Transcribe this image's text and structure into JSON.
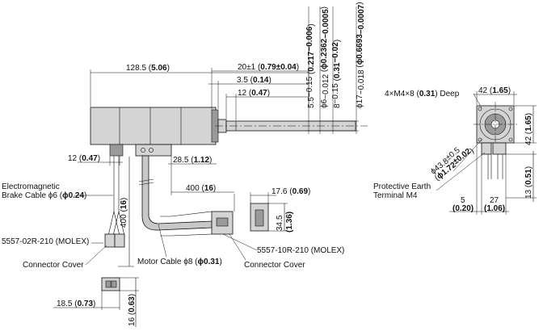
{
  "dimensions": {
    "overall_length": "128.5 (",
    "overall_length_in": "5.06",
    "shaft_length": "20±1 (",
    "shaft_length_in": "0.79±0.04",
    "flat_length": "3.5 (",
    "flat_length_in": "0.14",
    "key_length": "12 (",
    "key_length_in": "0.47",
    "brake_offset": "12 (",
    "brake_offset_in": "0.47",
    "motor_cable_offset": "28.5 (",
    "motor_cable_offset_in": "1.12",
    "cable_len_h": "400 (",
    "cable_len_h_in": "16",
    "cable_len_v": "400 (",
    "cable_len_v_in": "16",
    "conn10_width": "17.6 (",
    "conn10_width_in": "0.69",
    "conn10_height": "34.5",
    "conn10_height_in": "(1.36)",
    "conn2_width": "18.5 (",
    "conn2_width_in": "0.73",
    "conn2_height": "16 (",
    "conn2_height_in": "0.63",
    "flange": "42 (",
    "flange_in": "1.65",
    "flange_v": "42 (",
    "flange_v_in": "1.65",
    "shaft_height": "13 (",
    "shaft_height_in": "0.51",
    "earth_offset": "5",
    "earth_offset_in": "(0.20)",
    "shaft_width": "27",
    "shaft_width_in": "(1.06)",
    "pilot_dia": "ϕ43.8",
    "pilot_dia_tol": "±0.5",
    "pilot_dia_in": "ϕ1.72",
    "pilot_dia_in_tol": "±0.02",
    "tap": "4×M4×8 (",
    "tap_in": "0.31",
    "tap_suffix": ") Deep",
    "v_dim_1": "5.5",
    "v_dim_1_tol": "−0.15",
    "v_dim_1_in": "0.217",
    "v_dim_1_in_tol": "−0.006",
    "v_dim_2": "ϕ6",
    "v_dim_2_tol": "−0.012",
    "v_dim_2_in": "ϕ0.2362",
    "v_dim_2_in_tol": "−0.0005",
    "v_dim_3": "8",
    "v_dim_3_tol": "−0.15",
    "v_dim_3_in": "0.31",
    "v_dim_3_in_tol": "−0.02",
    "v_dim_4": "ϕ17",
    "v_dim_4_tol": "−0.018",
    "v_dim_4_in": "ϕ0.6693",
    "v_dim_4_in_tol": "−0.0007"
  },
  "labels": {
    "brake_cable_line1": "Electromagnetic",
    "brake_cable_line2": "Brake Cable ϕ6 (",
    "brake_cable_in": "ϕ0.24",
    "connector_2pin": "5557-02R-210 (MOLEX)",
    "connector_cover_left": "Connector Cover",
    "motor_cable": "Motor Cable ϕ8 (",
    "motor_cable_in": "ϕ0.31",
    "connector_10pin": "5557-10R-210 (MOLEX)",
    "connector_cover_right": "Connector Cover",
    "earth_line1": "Protective Earth",
    "earth_line2": "Terminal M4"
  }
}
